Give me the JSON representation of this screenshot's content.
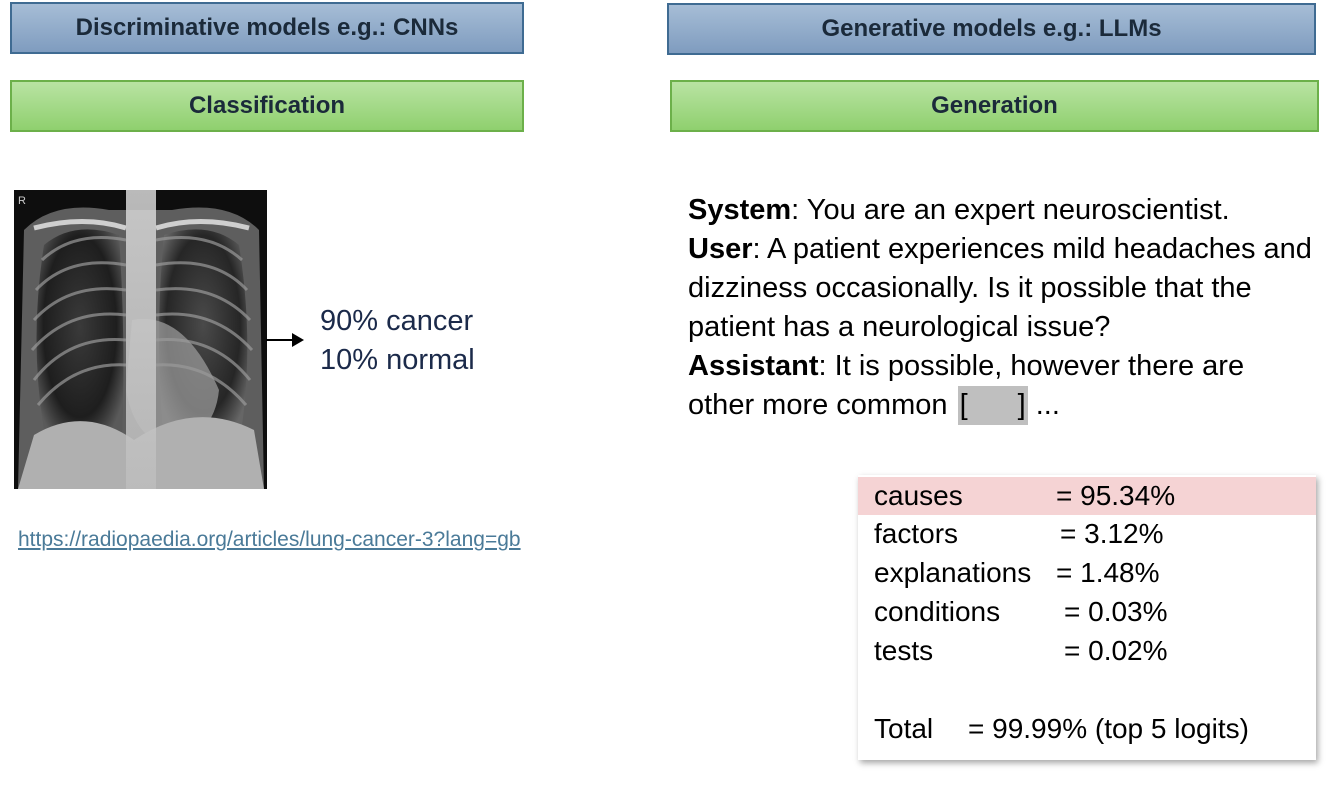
{
  "left": {
    "title": "Discriminative models e.g.: CNNs",
    "task": "Classification",
    "predictions": [
      "90% cancer",
      "10% normal"
    ],
    "image_marker": "R",
    "source_link": "https://radiopaedia.org/articles/lung-cancer-3?lang=gb"
  },
  "right": {
    "title": "Generative models e.g.: LLMs",
    "task": "Generation",
    "prompt": {
      "system_role": "System",
      "system_text": ": You are an expert neuroscientist.",
      "user_role": "User",
      "user_text": ": A patient experiences mild headaches and dizziness occasionally. Is it possible that the patient has a neurological issue?",
      "assistant_role": "Assistant",
      "assistant_text": ": It is possible, however there are other more common",
      "mask_open": "[",
      "mask_close": "]",
      "ellipsis": "..."
    },
    "probabilities": [
      {
        "token": "causes",
        "value": "= 95.34%"
      },
      {
        "token": "factors",
        "value": "= 3.12%"
      },
      {
        "token": "explanations",
        "value": "= 1.48%"
      },
      {
        "token": "conditions",
        "value": "= 0.03%"
      },
      {
        "token": "tests",
        "value": "= 0.02%"
      }
    ],
    "total_label": "Total",
    "total_value": "= 99.99% (top 5 logits)"
  },
  "colors": {
    "title_bg": "#8faacb",
    "task_bg": "#a3da87",
    "highlight": "#f5d3d4",
    "link": "#4a7a98"
  }
}
